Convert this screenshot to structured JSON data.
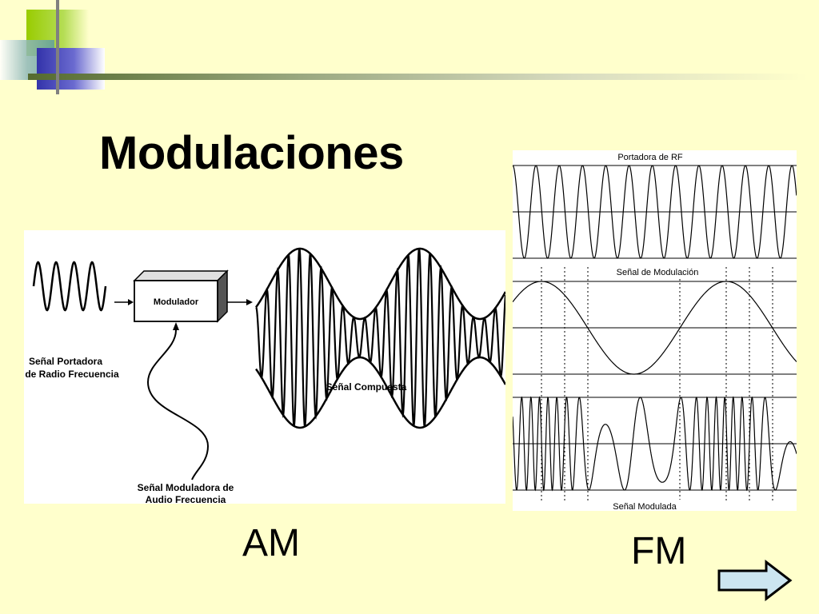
{
  "slide": {
    "title": "Modulaciones",
    "am_caption": "AM",
    "fm_caption": "FM"
  },
  "am_diagram": {
    "carrier_label_line1": "Señal Portadora",
    "carrier_label_line2": "de Radio Frecuencia",
    "modulator_label": "Modulador",
    "composite_label": "Señal Compuesta",
    "audio_label_line1": "Señal Moduladora de",
    "audio_label_line2": "Audio Frecuencia"
  },
  "fm_diagram": {
    "carrier_label": "Portadora de RF",
    "modulating_label": "Señal de Modulación",
    "modulated_label": "Señal Modulada"
  },
  "navigation": {
    "next_icon": "right-arrow-icon"
  },
  "colors": {
    "background": "#ffffcc",
    "decor_green": "#99cc00",
    "decor_blue": "#3333aa",
    "decor_teal": "#5f9ea0",
    "arrow_fill": "#cce5f0"
  }
}
